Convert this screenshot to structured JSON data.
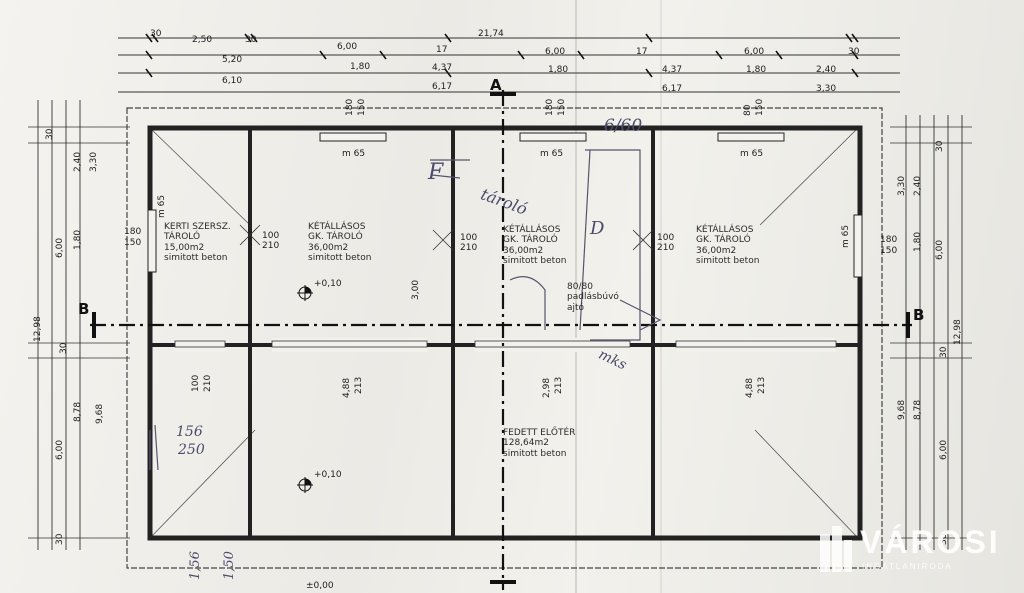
{
  "dimensions_top": {
    "row1": [
      "30",
      "2,50",
      "30",
      "6,00",
      "17",
      "6,00",
      "17",
      "6,00",
      "30"
    ],
    "row1_total": "21,74",
    "row2": [
      "5,20",
      "1,80",
      "4,37",
      "1,80",
      "4,37",
      "1,80",
      "2,40"
    ],
    "row3": [
      "6,10",
      "6,17",
      "6,17",
      "3,30"
    ],
    "window_marks": [
      "180",
      "150",
      "180",
      "150",
      "80",
      "150"
    ]
  },
  "dimensions_left": [
    "30",
    "2,40",
    "3,30",
    "6,00",
    "1,80",
    "12,98",
    "30",
    "9,68",
    "8,78",
    "6,00",
    "30"
  ],
  "dimensions_right": [
    "30",
    "2,40",
    "3,30",
    "6,00",
    "1,80",
    "12,98",
    "30",
    "9,68",
    "8,78",
    "6,00",
    "30"
  ],
  "rooms": [
    {
      "name": "KERTI SZERSZ.",
      "line2": "TÁROLÓ",
      "area": "15,00m2",
      "finish": "simitott beton"
    },
    {
      "name": "KÉTÁLLÁSOS",
      "line2": "GK. TÁROLÓ",
      "area": "36,00m2",
      "finish": "simitott beton"
    },
    {
      "name": "KÉTÁLLÁSOS",
      "line2": "GK. TÁROLÓ",
      "area": "36,00m2",
      "finish": "simitott beton"
    },
    {
      "name": "KÉTÁLLÁSOS",
      "line2": "GK. TÁROLÓ",
      "area": "36,00m2",
      "finish": "simitott beton"
    }
  ],
  "porch": {
    "name": "FEDETT ELŐTÉR",
    "area": "128,64m2",
    "finish": "simitott beton"
  },
  "window_labels": [
    "m 65",
    "m 65",
    "m 65",
    "m 65",
    "m 65"
  ],
  "door_labels": [
    {
      "w": "100",
      "h": "210"
    },
    {
      "w": "100",
      "h": "210"
    },
    {
      "w": "100",
      "h": "210"
    },
    {
      "w": "100",
      "h": "210"
    }
  ],
  "openings_small": [
    "180",
    "150",
    "180",
    "150"
  ],
  "garage_door_labels": [
    {
      "w": "4,88",
      "h": "213"
    },
    {
      "w": "2,98",
      "h": "213"
    },
    {
      "w": "4,88",
      "h": "213"
    }
  ],
  "interior_dims": [
    "3,00"
  ],
  "attic_hatch": {
    "line1": "80/80",
    "line2": "padlásbúvó",
    "line3": "ajtó"
  },
  "levels": [
    "+0,10",
    "+0,10",
    "±0,00"
  ],
  "section_marks": {
    "a_top": "A",
    "b_left": "B",
    "b_right": "B"
  },
  "handwriting": [
    "6/60",
    "tároló",
    "D",
    "F",
    "156",
    "250",
    "1,56",
    "1,50",
    "mks"
  ],
  "watermark": {
    "title": "VÁROSI",
    "subtitle": "INGATLANIRODA"
  }
}
